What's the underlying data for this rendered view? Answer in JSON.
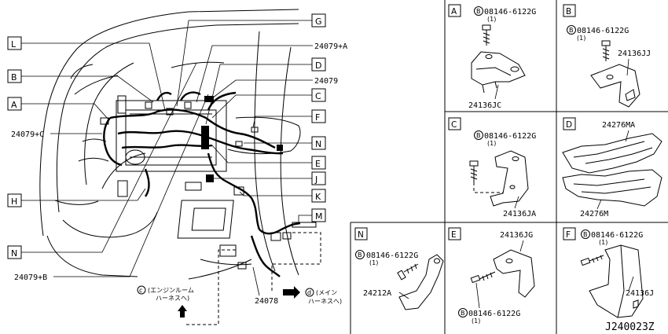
{
  "main_diagram": {
    "callouts": {
      "L": "L",
      "B": "B",
      "A": "A",
      "H": "H",
      "N": "N",
      "G": "G",
      "D": "D",
      "C": "C",
      "F": "F",
      "N2": "N",
      "E": "E",
      "J": "J",
      "K": "K",
      "M": "M"
    },
    "part_labels": {
      "p24079a": "24079+A",
      "p24079": "24079",
      "p24079c": "24079+C",
      "p24079b": "24079+B",
      "p24078": "24078"
    },
    "note_c_marker": "c",
    "note_c_line1": "(エンジンルーム",
    "note_c_line2": "ハーネスへ)",
    "note_d_marker": "d",
    "note_d_line1": "(メイン",
    "note_d_line2": "ハーネスへ)"
  },
  "panels": {
    "A": {
      "id": "A",
      "bolt_marker": "B",
      "bolt_part": "08146-6122G",
      "bolt_qty": "(1)",
      "part": "24136JC"
    },
    "B": {
      "id": "B",
      "bolt_marker": "B",
      "bolt_part": "08146-6122G",
      "bolt_qty": "(1)",
      "part": "24136JJ"
    },
    "C": {
      "id": "C",
      "bolt_marker": "B",
      "bolt_part": "08146-6122G",
      "bolt_qty": "(1)",
      "part": "24136JA"
    },
    "D": {
      "id": "D",
      "part_top": "24276MA",
      "part_bottom": "24276M"
    },
    "N": {
      "id": "N",
      "bolt_marker": "B",
      "bolt_part": "08146-6122G",
      "bolt_qty": "(1)",
      "part": "24212A"
    },
    "E": {
      "id": "E",
      "bolt_marker": "B",
      "bolt_part": "08146-6122G",
      "bolt_qty": "(1)",
      "part": "24136JG"
    },
    "F": {
      "id": "F",
      "bolt_marker": "B",
      "bolt_part": "08146-6122G",
      "bolt_qty": "(1)",
      "part": "24136J"
    }
  },
  "drawing_id": "J240023Z"
}
